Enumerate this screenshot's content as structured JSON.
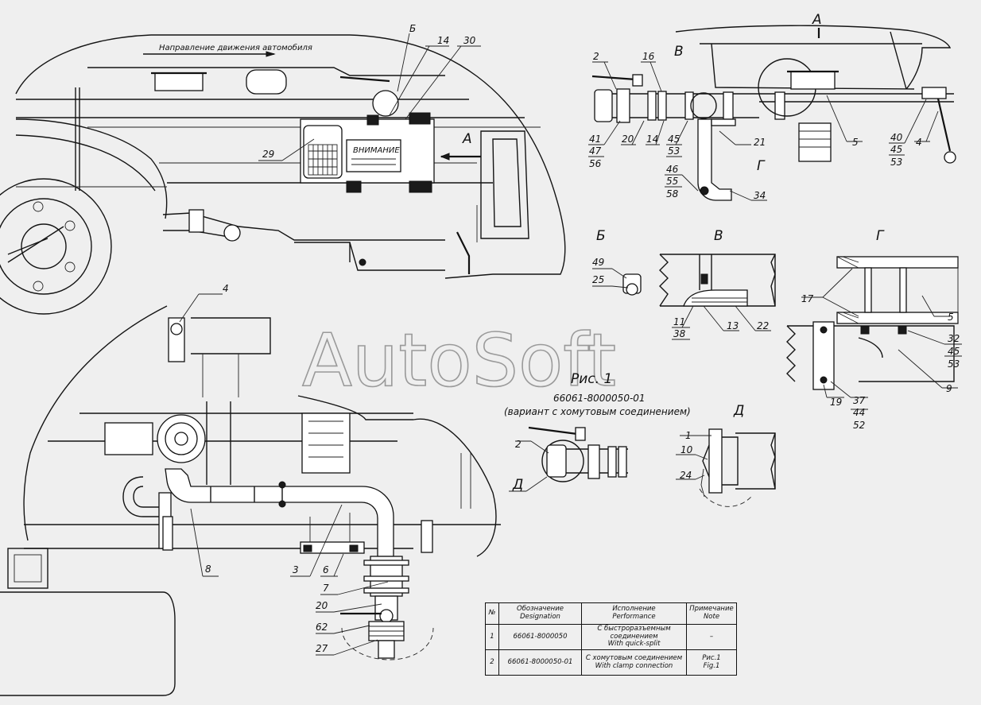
{
  "watermark": "AutoSoft",
  "direction_note": "Направление движения автомобиля",
  "warning_plate": "ВНИМАНИЕ",
  "views": {
    "A": "А",
    "B": "Б",
    "V": "В",
    "G": "Г",
    "D": "Д"
  },
  "figure": {
    "title": "Рис. 1",
    "code": "66061-8000050-01",
    "note": "(вариант с хомутовым соединением)"
  },
  "callouts": {
    "main": [
      "Б",
      "14",
      "30",
      "29",
      "А",
      "4",
      "8",
      "3",
      "6",
      "7",
      "20",
      "62",
      "27"
    ],
    "view_a": [
      "А",
      "2",
      "16",
      "В",
      "41",
      "47",
      "56",
      "20",
      "14",
      "45",
      "53",
      "21",
      "Г",
      "46",
      "55",
      "58",
      "34",
      "5",
      "40",
      "45",
      "53",
      "4"
    ],
    "view_b": [
      "49",
      "25"
    ],
    "view_v": [
      "11",
      "38",
      "13",
      "22"
    ],
    "view_g": [
      "17",
      "5",
      "32",
      "45",
      "53",
      "9",
      "19",
      "37",
      "44",
      "52"
    ],
    "fig1": [
      "2",
      "Д"
    ],
    "view_d": [
      "1",
      "10",
      "24"
    ]
  },
  "spec_table": {
    "headers": {
      "num": "№",
      "designation": [
        "Обозначение",
        "Designation"
      ],
      "performance": [
        "Исполнение",
        "Performance"
      ],
      "note": [
        "Примечание",
        "Note"
      ]
    },
    "rows": [
      {
        "num": "1",
        "designation": "66061-8000050",
        "performance": [
          "С быстроразъемным соединением",
          "With quick-split"
        ],
        "note": [
          "–",
          ""
        ]
      },
      {
        "num": "2",
        "designation": "66061-8000050-01",
        "performance": [
          "С хомутовым соединением",
          "With clamp connection"
        ],
        "note": [
          "Рис.1",
          "Fig.1"
        ]
      }
    ]
  }
}
